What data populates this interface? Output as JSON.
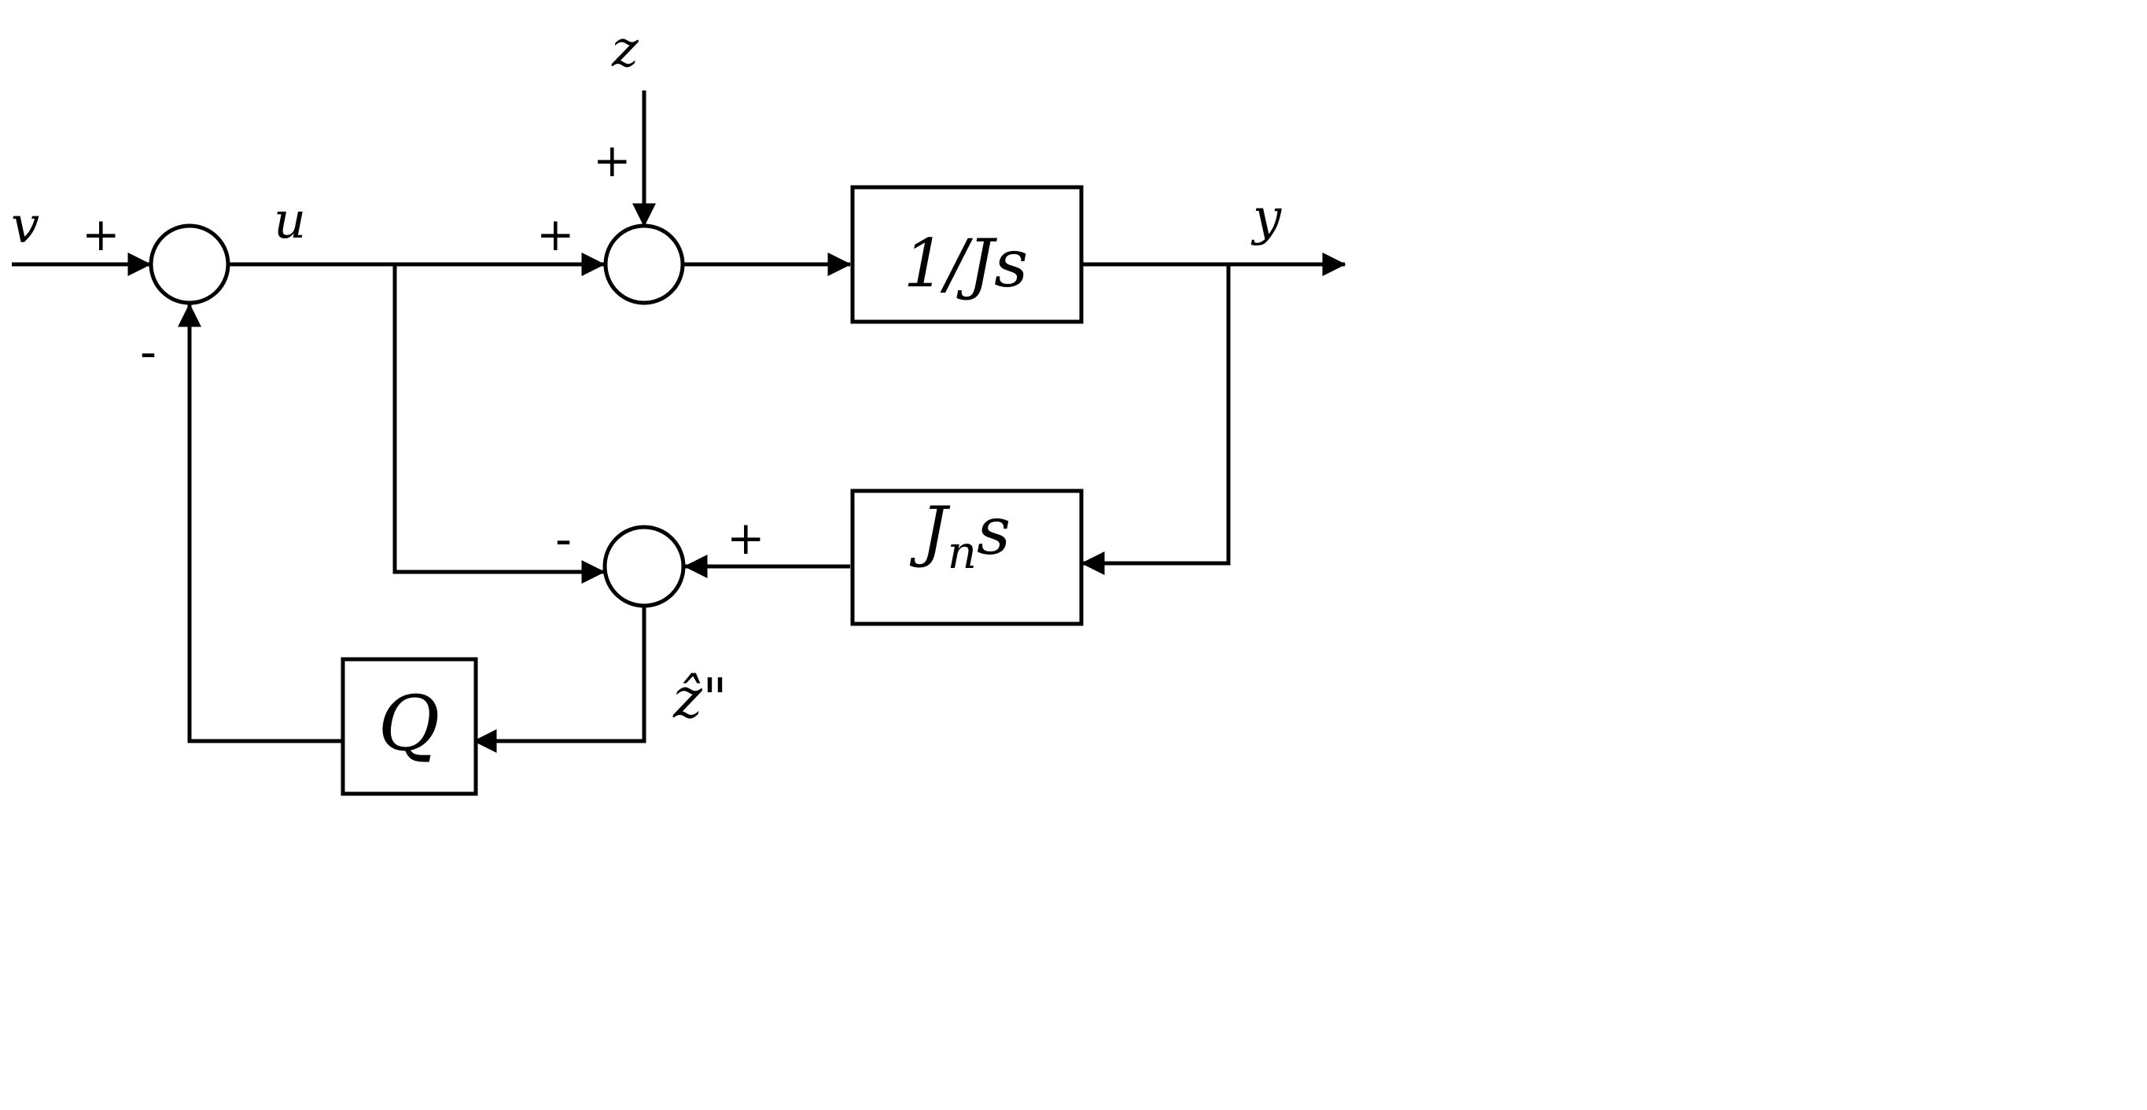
{
  "signals": {
    "v": "v",
    "u": "u",
    "z": "z",
    "y": "y",
    "zhat": "ẑ\""
  },
  "blocks": {
    "plant": "1/Js",
    "nominal_main": "J",
    "nominal_sub": "n",
    "nominal_tail": "s",
    "filter": "Q"
  },
  "signs": {
    "sum1_in": "+",
    "sum1_feedback": "-",
    "sum2_left": "+",
    "sum2_top": "+",
    "sum3_right": "+",
    "sum3_left": "-"
  }
}
